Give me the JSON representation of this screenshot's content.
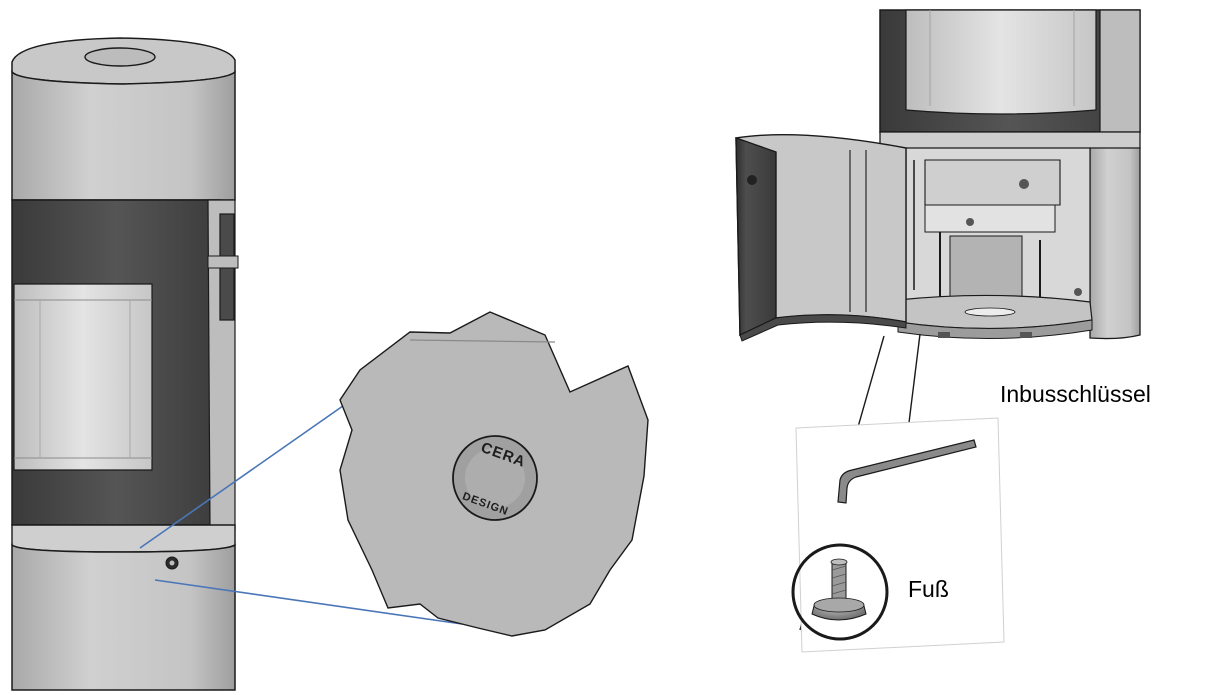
{
  "labels": {
    "allen_key": "Inbusschlüssel",
    "foot": "Fuß"
  },
  "logo": {
    "top": "CERA",
    "bottom": "DESIGN"
  },
  "colors": {
    "stove_body": "#c2c2c2",
    "stove_dark": "#4a4a4a",
    "glass": "#d8d8d8",
    "callout_line": "#4a76b8",
    "patch": "#b9b9b9",
    "outline": "#1a1a1a"
  }
}
